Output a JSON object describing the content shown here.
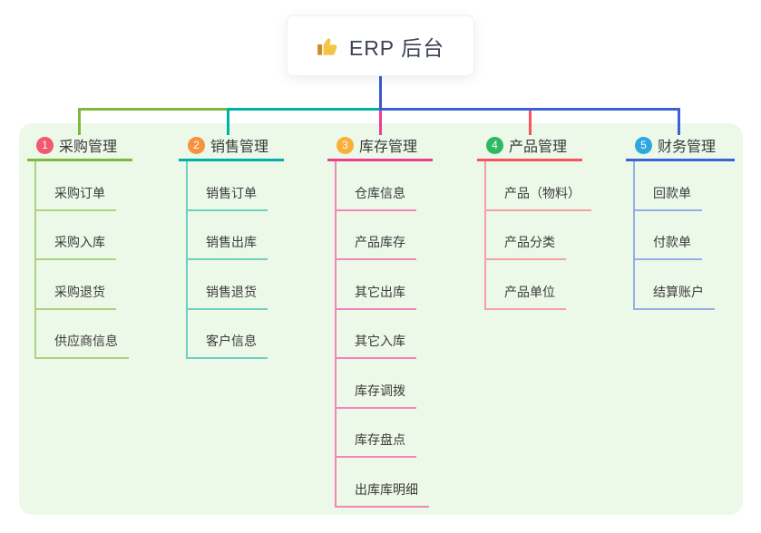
{
  "root": {
    "label": "ERP 后台",
    "icon": "thumbs-up-icon",
    "icon_color": "#f6c445",
    "icon_cuff_color": "#c98f2a",
    "text_color": "#3d4357"
  },
  "connector_color": "#3c56cf",
  "panel_bg": "#ecf8e8",
  "branches": [
    {
      "number": "1",
      "title": "采购管理",
      "badge_color": "#f2596e",
      "line_color": "#7fb83e",
      "child_line_color": "#abd37f",
      "items": [
        "采购订单",
        "采购入库",
        "采购退货",
        "供应商信息"
      ]
    },
    {
      "number": "2",
      "title": "销售管理",
      "badge_color": "#f7923f",
      "line_color": "#00b2a6",
      "child_line_color": "#70cfc5",
      "items": [
        "销售订单",
        "销售出库",
        "销售退货",
        "客户信息"
      ]
    },
    {
      "number": "3",
      "title": "库存管理",
      "badge_color": "#fbae38",
      "line_color": "#ee3d92",
      "child_line_color": "#f186ba",
      "items": [
        "仓库信息",
        "产品库存",
        "其它出库",
        "其它入库",
        "库存调拨",
        "库存盘点",
        "出库库明细"
      ]
    },
    {
      "number": "4",
      "title": "产品管理",
      "badge_color": "#2eb960",
      "line_color": "#f7555b",
      "child_line_color": "#f8a0a3",
      "items": [
        "产品（物料）",
        "产品分类",
        "产品单位"
      ]
    },
    {
      "number": "5",
      "title": "财务管理",
      "badge_color": "#2ea7df",
      "line_color": "#3b63d6",
      "child_line_color": "#95aee9",
      "items": [
        "回款单",
        "付款单",
        "结算账户"
      ]
    }
  ]
}
